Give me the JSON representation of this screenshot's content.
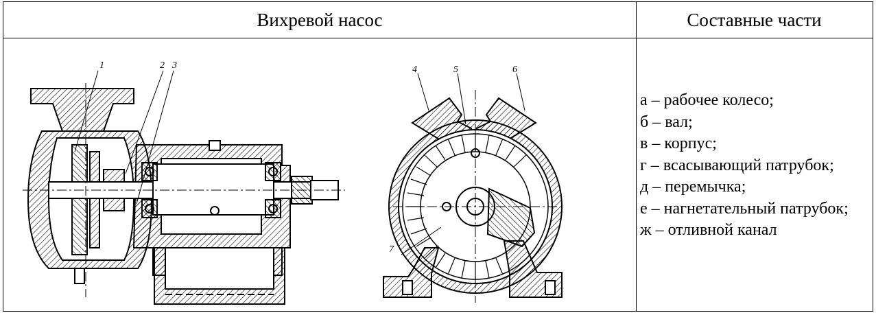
{
  "table": {
    "left_header": "Вихревой насос",
    "right_header": "Составные части"
  },
  "drawing": {
    "callouts": [
      "1",
      "2",
      "3",
      "4",
      "5",
      "6",
      "7"
    ]
  },
  "parts": [
    "а – рабочее колесо;",
    "б – вал;",
    "в – корпус;",
    "г – всасывающий патрубок;",
    "д – перемычка;",
    "е – нагнетательный патрубок;",
    "ж – отливной канал"
  ]
}
